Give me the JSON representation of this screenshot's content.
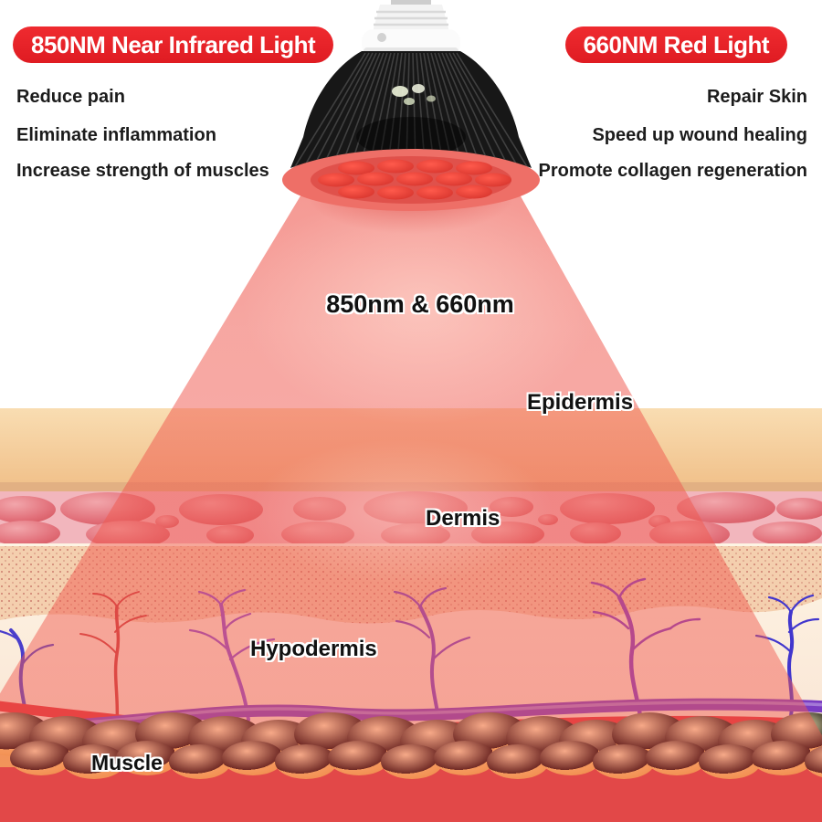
{
  "left_panel": {
    "badge": "850NM Near Infrared Light",
    "items": [
      "Reduce pain",
      "Eliminate inflammation",
      "Increase strength of muscles"
    ]
  },
  "right_panel": {
    "badge": "660NM Red Light",
    "items": [
      "Repair Skin",
      "Speed up wound healing",
      "Promote collagen regeneration"
    ]
  },
  "beam": {
    "label": "850nm & 660nm"
  },
  "skin_layers": {
    "epidermis": "Epidermis",
    "dermis": "Dermis",
    "hypodermis": "Hypodermis",
    "muscle": "Muscle"
  },
  "colors": {
    "badge_red": "#e8222a",
    "beam_salmon": "#f5938b",
    "epidermis_tan": "#f5cf9e",
    "dermis_pink": "#f2b6bd",
    "stipple_peach": "#f4cfae",
    "hypodermis_cream": "#fbf0de",
    "fat_yellow": "#f8cf63",
    "muscle_red": "#d63941",
    "artery_red": "#e23238",
    "vein_purple": "#7a3cc2",
    "led_red": "#f0302b"
  }
}
